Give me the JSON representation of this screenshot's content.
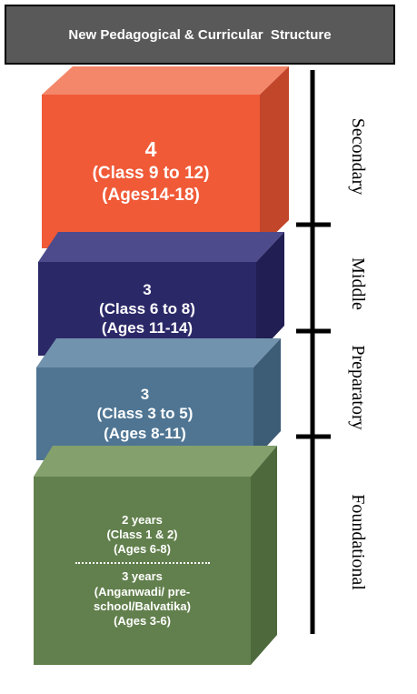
{
  "header": {
    "title": "New Pedagogical & Curricular  Structure",
    "bg_color": "#595959"
  },
  "stages": [
    {
      "key": "secondary",
      "label": "Secondary",
      "lines": [
        "4",
        "(Class 9 to 12)",
        "(Ages14-18)"
      ],
      "colors": {
        "front": "#f05a37",
        "top": "#f4876a",
        "side": "#c2462a"
      }
    },
    {
      "key": "middle",
      "label": "Middle",
      "lines": [
        "3",
        "(Class 6 to 8)",
        "(Ages 11-14)"
      ],
      "colors": {
        "front": "#2b2868",
        "top": "#4d4b8c",
        "side": "#201e52"
      }
    },
    {
      "key": "preparatory",
      "label": "Preparatory",
      "lines": [
        "3",
        "(Class 3 to 5)",
        "(Ages 8-11)"
      ],
      "colors": {
        "front": "#4f7593",
        "top": "#7293ad",
        "side": "#3d5c76"
      }
    },
    {
      "key": "foundational",
      "label": "Foundational",
      "lines_upper": [
        "2 years",
        "(Class 1 & 2)",
        "(Ages 6-8)"
      ],
      "lines_lower": [
        "3 years",
        "(Anganwadi/ pre-",
        "school/Balvatika)",
        "(Ages 3-6)"
      ],
      "colors": {
        "front": "#62804d",
        "top": "#83a06d",
        "side": "#4e6a3c"
      }
    }
  ]
}
